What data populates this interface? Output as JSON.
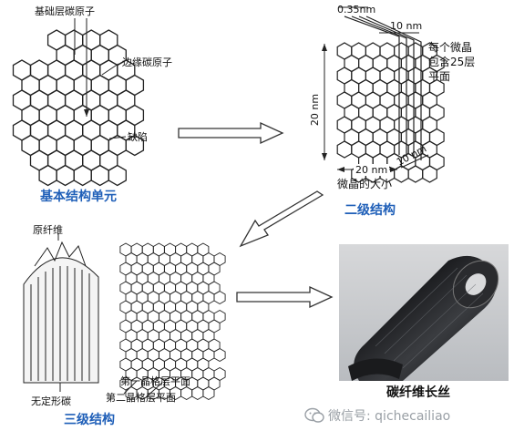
{
  "panel_basic": {
    "basal_label": "基础层碳原子",
    "edge_label": "边缘碳原子",
    "defect_label": "缺陷",
    "caption": "基本结构单元"
  },
  "panel_secondary": {
    "thickness_label": "0.35nm",
    "width_label": "10 nm",
    "height_label": "20 nm",
    "bottom_label": "20 nm",
    "depth_label": "10 nm",
    "layers_line1": "每个微晶",
    "layers_line2": "包含25层",
    "layers_line3": "平面",
    "size_label": "微晶的大小",
    "caption": "二级结构"
  },
  "panel_tertiary": {
    "precursor_label": "原纤维",
    "amorphous_label": "无定形碳",
    "first_plane_label": "第一晶格层平面",
    "second_plane_label": "第二晶格层平面",
    "caption": "三级结构"
  },
  "panel_fiber": {
    "caption": "碳纤维长丝"
  },
  "watermark": {
    "text": "微信号: qichecailiao"
  }
}
